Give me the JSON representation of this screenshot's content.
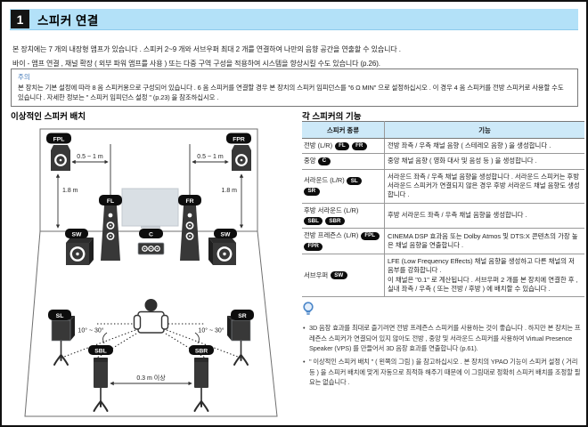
{
  "page": {
    "section_number": "1",
    "title": "스피커 연결",
    "intro_line1": "본 장치에는 7 개의 내장형 앰프가 있습니다 . 스피커 2~9 개와 서브우퍼 최대 2 개를 연결하여 나만의 음향 공간을 연출할 수 있습니다 .",
    "intro_line2": "바이 - 앰프 연결 , 채널 확장 ( 외부 파워 앰프를 사용 ) 또는 다중 구역 구성을 적용하여 시스템을 향상시킬 수도 있습니다 (p.26)."
  },
  "notice": {
    "title": "주의",
    "body": "본 장치는 기본 설정에 따라 8 옴 스피커용으로 구성되어 있습니다 . 6 옴 스피커를 연결할 경우 본 장치의 스피커 임피던스를 \"6 Ω MIN\" 으로 설정하십시오 . 이 경우 4 옴 스피커를 전방 스피커로 사용할 수도 있습니다 . 자세한 정보는 \" 스피커 임피던스 설정 \" (p.23) 을 참조하십시오 ."
  },
  "diagram": {
    "heading": "이상적인 스피커 배치",
    "labels": {
      "fpl": "FPL",
      "fpr": "FPR",
      "fl": "FL",
      "fr": "FR",
      "c": "C",
      "sw": "SW",
      "sl": "SL",
      "sr": "SR",
      "sbl": "SBL",
      "sbr": "SBR"
    },
    "measurements": {
      "front_width_left": "0.5 ~ 1 m",
      "front_width_right": "0.5 ~ 1 m",
      "height_left": "1.8 m",
      "height_right": "1.8 m",
      "angle_left": "10° ~ 30°",
      "angle_right": "10° ~ 30°",
      "rear_gap": "0.3 m 이상"
    }
  },
  "table": {
    "heading": "각 스피커의 기능",
    "col_type": "스피커 종류",
    "col_function": "기능",
    "rows": [
      {
        "type": "전방 (L/R)",
        "badges": [
          "FL",
          "FR"
        ],
        "function": "전방 좌측 / 우측 채널 음향 ( 스테레오 음향 ) 을 생성합니다 ."
      },
      {
        "type": "중앙",
        "badges": [
          "C"
        ],
        "function": "중앙 채널 음향 ( 영화 대사 및 음성 등 ) 을 생성합니다 ."
      },
      {
        "type": "서라운드 (L/R)",
        "badges": [
          "SL",
          "SR"
        ],
        "function": "서라운드 좌측 / 우측 채널 음향을 생성합니다 . 서라운드 스피커는 후방 서라운드 스피커가 연결되지 않은 경우 후방 서라운드 채널 음향도 생성합니다 ."
      },
      {
        "type": "후방 서라운드 (L/R)",
        "badges": [
          "SBL",
          "SBR"
        ],
        "function": "후방 서라운드 좌측 / 우측 채널 음향을 생성합니다 ."
      },
      {
        "type": "전방 프레즌스 (L/R)",
        "badges": [
          "FPL",
          "FPR"
        ],
        "function": "CINEMA DSP 효과음 또는 Dolby Atmos 및 DTS:X 콘텐츠의 가장 높은 채널 음향을 연출합니다 ."
      },
      {
        "type": "서브우퍼",
        "badges": [
          "SW"
        ],
        "function": "LFE (Low Frequency Effects) 채널 음향을 생성하고 다른 채널의 저음부를 강화합니다 .",
        "function2": "이 채널은 \"0.1\" 로 계산됩니다 . 서브우퍼 2 개를 본 장치에 연결한 후 , 실내 좌측 / 우측 ( 또는 전방 / 후방 ) 에 배치할 수 있습니다 ."
      }
    ]
  },
  "tips": {
    "items": [
      "3D 음장 효과를 최대로 즐기려면 전방 프레즌스 스피커를 사용하는 것이 좋습니다 . 하지만 본 장치는 프레즌스 스피커가 연결되어 있지 않아도 전방 , 중앙 및 서라운드 스피커를 사용하여 Virtual Presence Speaker (VPS) 를 만들어서 3D 음장 효과를 연출합니다 (p.61).",
      "\" 이상적인 스피커 배치 \" ( 왼쪽의 그림 ) 을 참고하십시오 . 본 장치의 YPAO 기능이 스피커 설정 ( 거리 등 ) 을 스피커 배치에 맞게 자동으로 최적화 해주기 때문에 이 그림대로 정확히 스피커 배치를 조정할 필요는 없습니다 ."
    ]
  },
  "colors": {
    "header_bar": "#b3e1f8",
    "table_header_bg": "#cde9f8",
    "notice_blue": "#4a7ebb",
    "badge_bg": "#0d0d0d"
  }
}
